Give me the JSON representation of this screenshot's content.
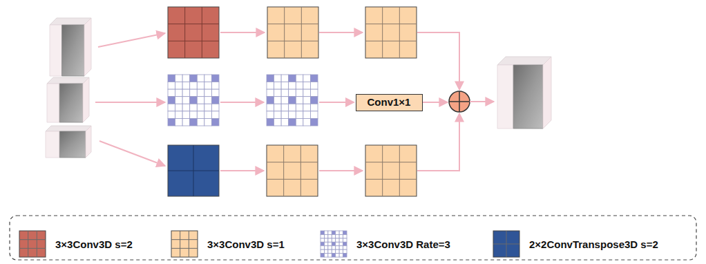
{
  "diagram": {
    "nodes": [
      {
        "text": [
          "Conv1×1"
        ]
      }
    ],
    "legend": [
      {
        "text": "3×3Conv3D s=2",
        "color": "#c9695c"
      },
      {
        "text": "3×3Conv3D s=1",
        "color": "#fcd5a8"
      },
      {
        "text": "3×3Conv3D Rate=3"
      },
      {
        "text": "2×2ConvTranspose3D s=2",
        "color": "#2f5597"
      }
    ]
  }
}
